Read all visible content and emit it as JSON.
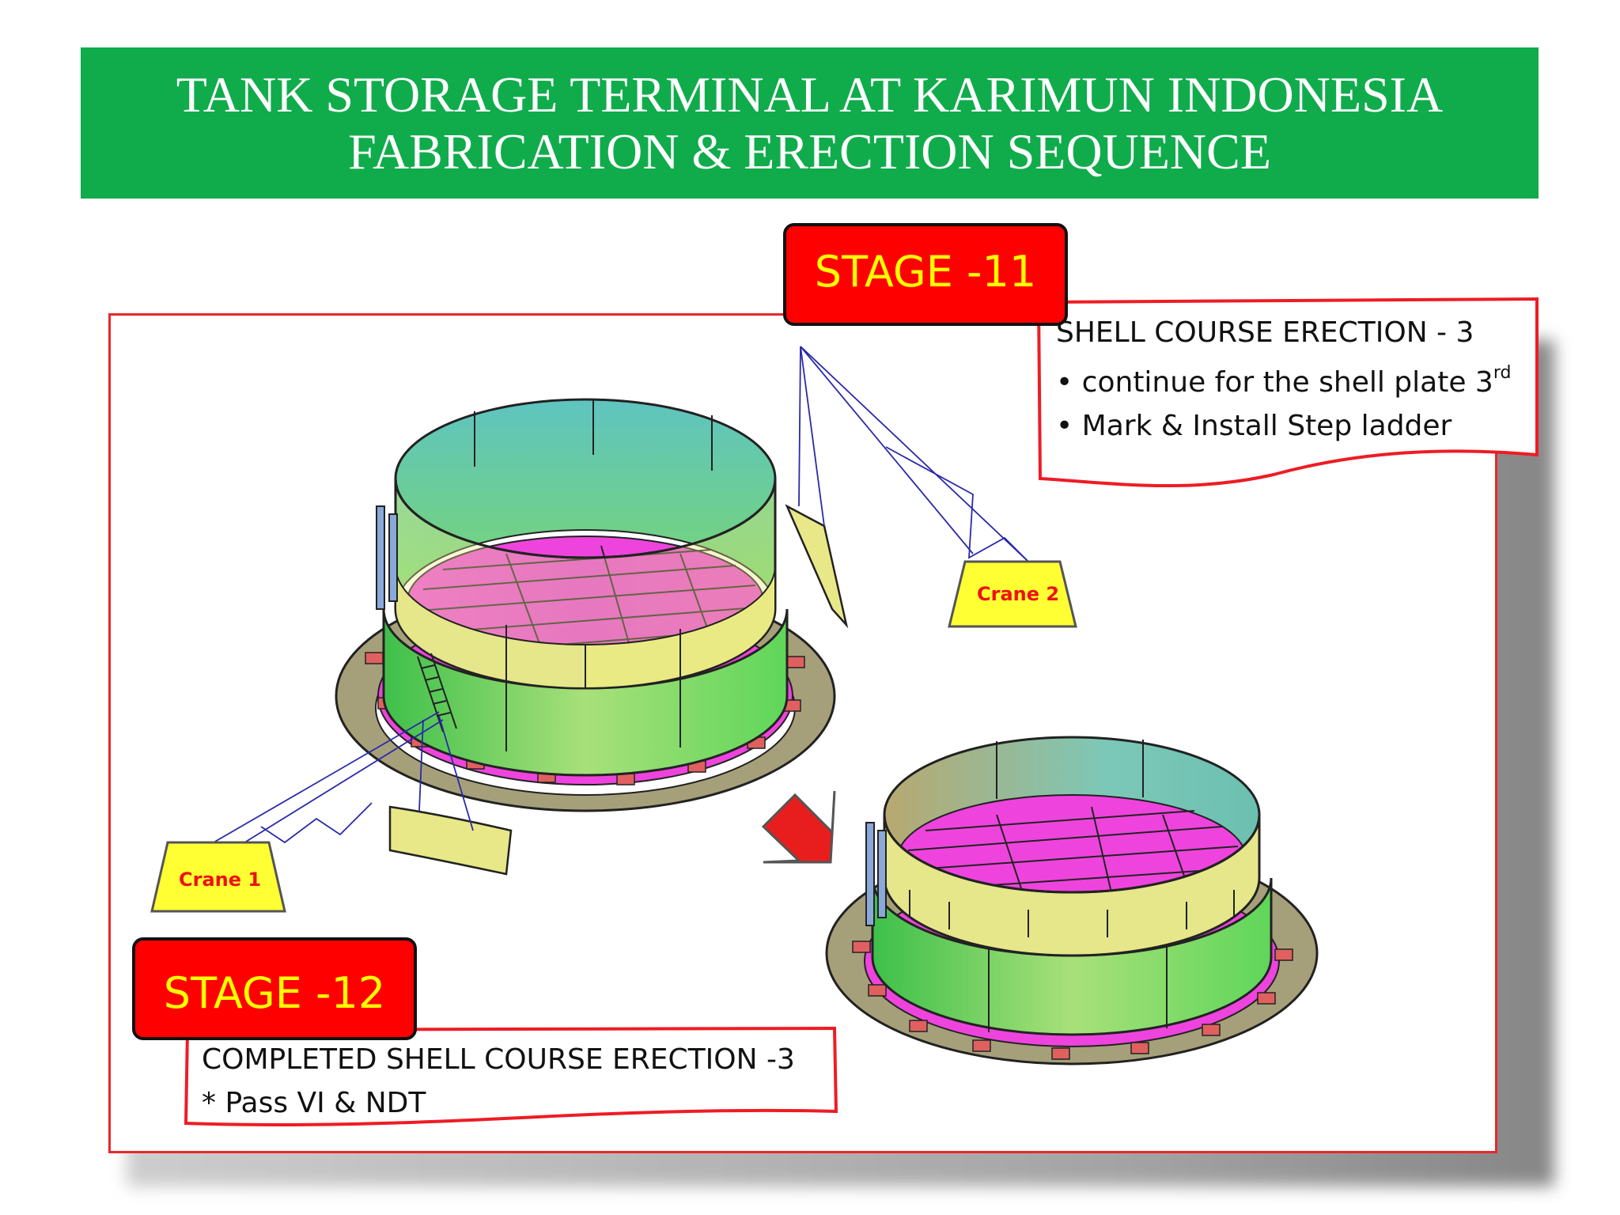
{
  "header": {
    "title_line1": "TANK STORAGE TERMINAL AT KARIMUN INDONESIA",
    "title_line2": "FABRICATION & ERECTION SEQUENCE"
  },
  "stage_11": {
    "label": "STAGE -11",
    "title": "SHELL COURSE ERECTION - 3",
    "bullet1": "• continue for the shell plate 3",
    "bullet1_sup": "rd",
    "bullet2": "• Mark & Install Step ladder"
  },
  "stage_12": {
    "label": "STAGE -12",
    "title": "COMPLETED SHELL COURSE ERECTION -3",
    "line2": "* Pass VI & NDT"
  },
  "cranes": {
    "crane1": "Crane 1",
    "crane2": "Crane 2"
  },
  "colors": {
    "banner_green": "#10ac4c",
    "stage_red": "#ff0000",
    "stage_text_yellow": "#ffff00",
    "floor_magenta": "#ee44dd",
    "shell_yellow": "#e6e68a",
    "shell_green": "#55dd66",
    "foundation_olive": "#a6a07a"
  }
}
